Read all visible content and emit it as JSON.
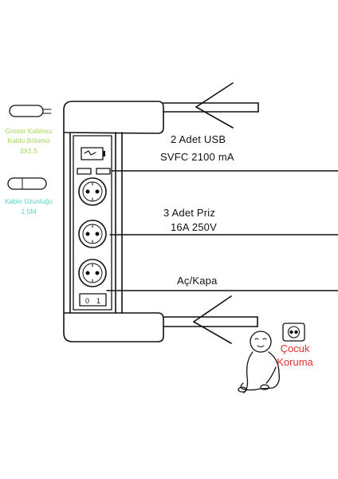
{
  "side_labels": {
    "cable_section_line1": "Grosor Kablosu",
    "cable_section_line2": "Kablo Bölümü",
    "cable_section_line3": "3X1.5",
    "cable_length_line1": "Kablo Uzunluğu",
    "cable_length_line2": "1.5M"
  },
  "callouts": {
    "usb_line1": "2 Adet USB",
    "usb_line2": "SVFC 2100 mA",
    "socket_line1": "3 Adet Priz",
    "socket_line2": "16A 250V",
    "switch": "Aç/Kapa"
  },
  "child_protection": {
    "line1": "Çocuk",
    "line2": "Koruma"
  },
  "switch_marks": {
    "off": "0",
    "on": "1"
  },
  "colors": {
    "green_label": "#a5d65a",
    "teal_label": "#58d3bd",
    "red_label": "#e0332f",
    "line": "#111111"
  },
  "icons": [
    "cable-plug-icon",
    "cable-coil-icon",
    "battery-icon",
    "socket-icon",
    "child-protection-socket-icon",
    "baby-illustration-icon"
  ]
}
